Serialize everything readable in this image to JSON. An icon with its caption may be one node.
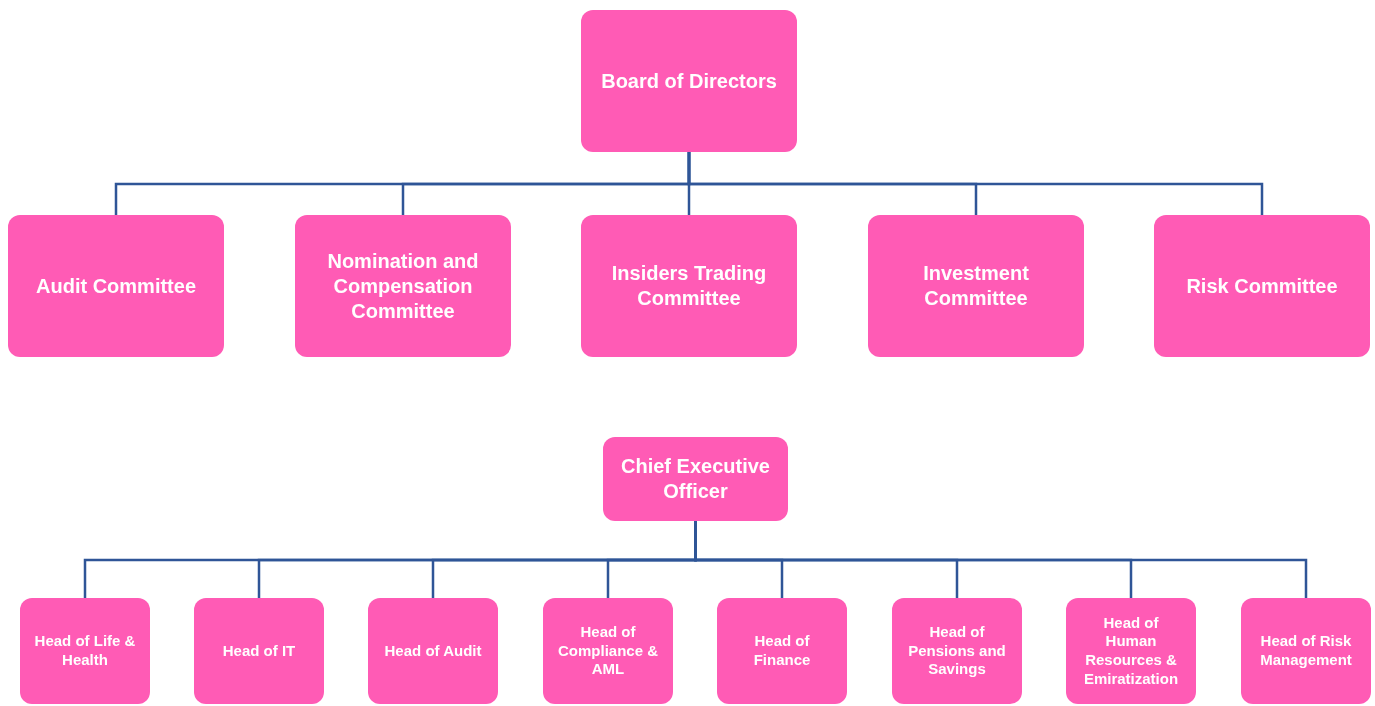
{
  "diagram": {
    "nodes": [
      {
        "text": [
          "Board of Directors"
        ]
      },
      {
        "text": [
          "Audit Committee"
        ]
      },
      {
        "text": [
          "Nomination and Compensation Committee"
        ]
      },
      {
        "text": [
          "Insiders Trading Committee"
        ]
      },
      {
        "text": [
          "Investment Committee"
        ]
      },
      {
        "text": [
          "Risk Committee"
        ]
      },
      {
        "text": [
          "Chief Executive Officer"
        ]
      },
      {
        "text": [
          "Head of Life & Health"
        ]
      },
      {
        "text": [
          "Head of IT"
        ]
      },
      {
        "text": [
          "Head of Audit"
        ]
      },
      {
        "text": [
          "Head of Compliance & AML"
        ]
      },
      {
        "text": [
          "Head of Finance"
        ]
      },
      {
        "text": [
          "Head of Pensions and Savings"
        ]
      },
      {
        "text": [
          "Head of Human Resources & Emiratization"
        ]
      },
      {
        "text": [
          "Head of Risk Management"
        ]
      }
    ],
    "edges": [
      {
        "from": 0,
        "to": 1,
        "arrow": "none"
      },
      {
        "from": 0,
        "to": 2,
        "arrow": "none"
      },
      {
        "from": 0,
        "to": 3,
        "arrow": "none"
      },
      {
        "from": 0,
        "to": 4,
        "arrow": "none"
      },
      {
        "from": 0,
        "to": 5,
        "arrow": "none"
      },
      {
        "from": 6,
        "to": 7,
        "arrow": "none"
      },
      {
        "from": 6,
        "to": 8,
        "arrow": "none"
      },
      {
        "from": 6,
        "to": 9,
        "arrow": "none"
      },
      {
        "from": 6,
        "to": 10,
        "arrow": "none"
      },
      {
        "from": 6,
        "to": 11,
        "arrow": "none"
      },
      {
        "from": 6,
        "to": 12,
        "arrow": "none"
      },
      {
        "from": 6,
        "to": 13,
        "arrow": "none"
      },
      {
        "from": 6,
        "to": 14,
        "arrow": "none"
      }
    ]
  }
}
